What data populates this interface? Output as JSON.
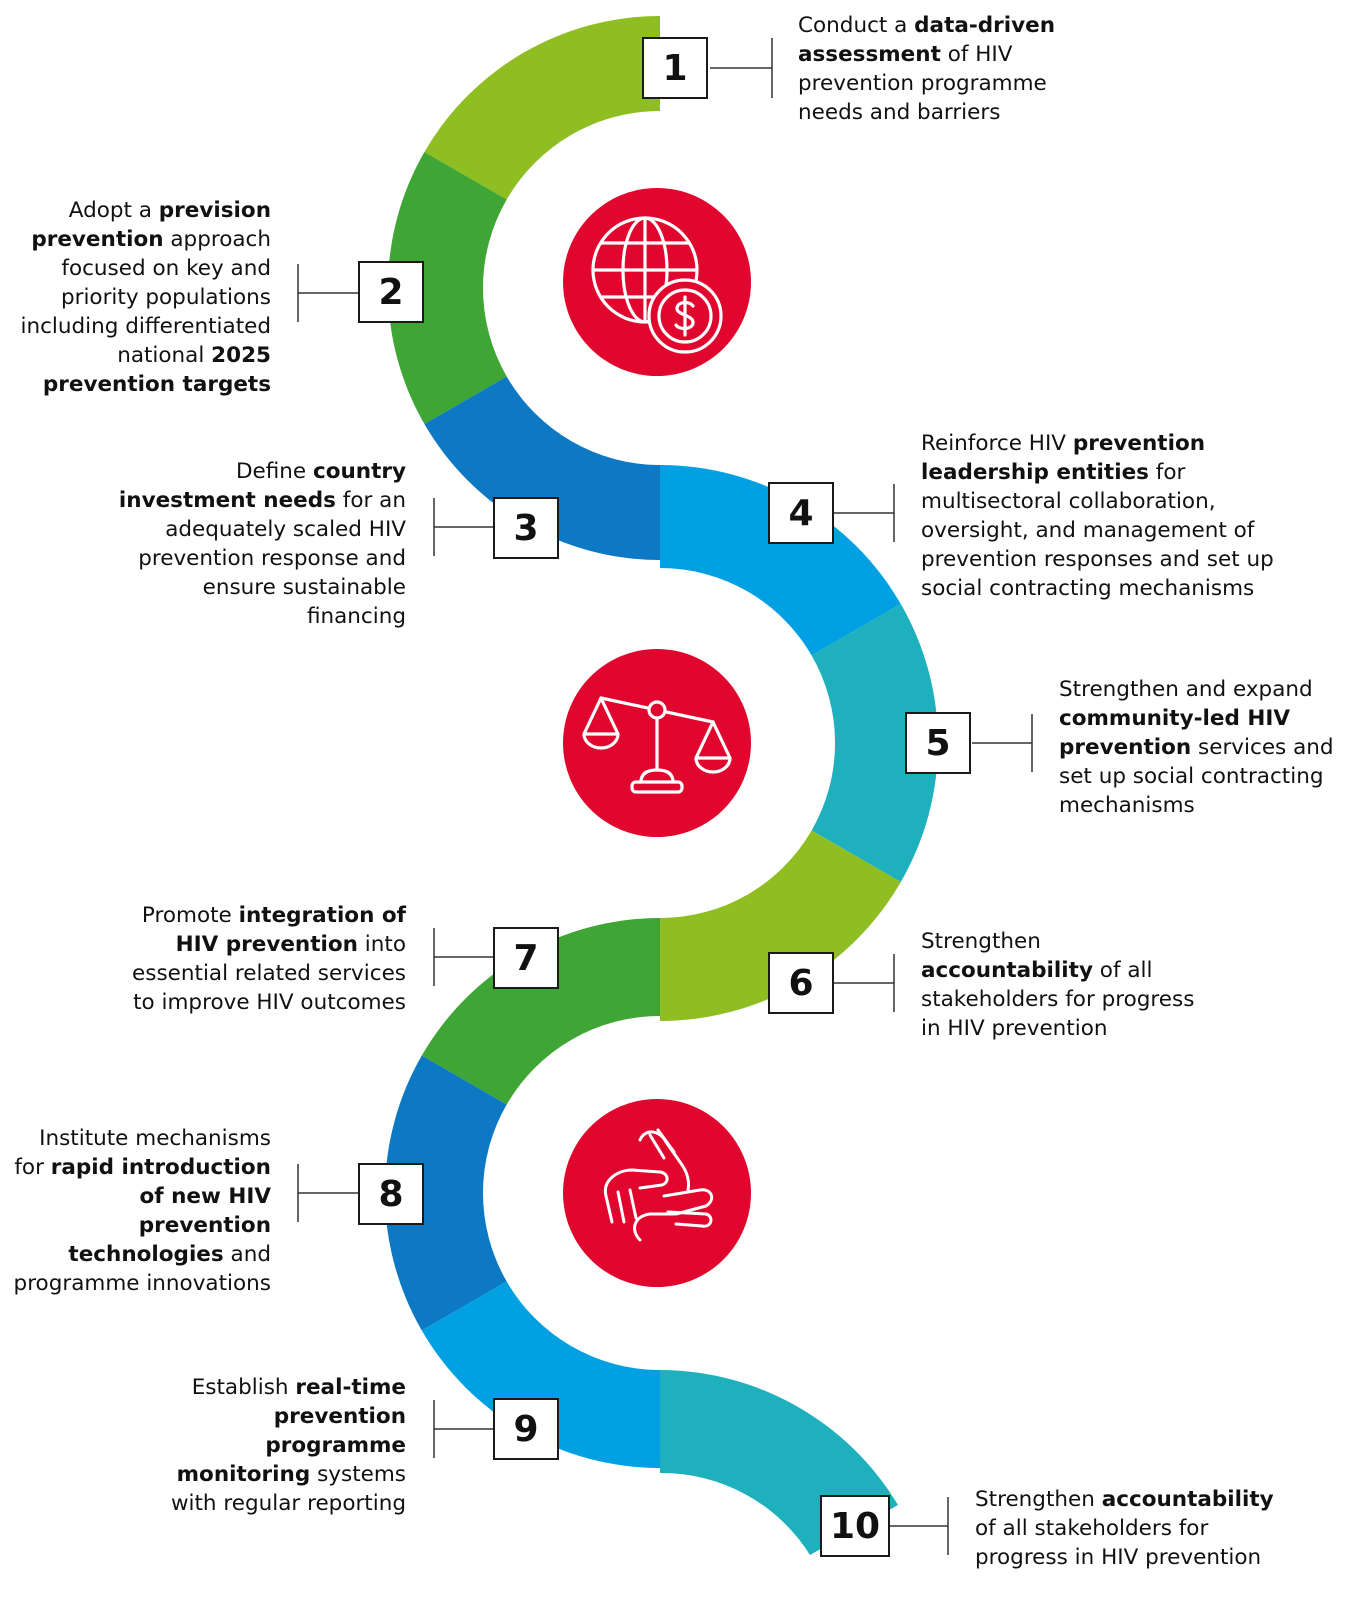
{
  "colors": {
    "lime": "#8fbe22",
    "green": "#3fa535",
    "blue_dark": "#0d78c3",
    "blue": "#00a0e3",
    "teal": "#1fb0be",
    "red": "#e1062d"
  },
  "icons": [
    "globe-dollar-icon",
    "balance-scale-icon",
    "joined-hands-icon"
  ],
  "steps": [
    {
      "number": "1",
      "pre": "Conduct a ",
      "bold": "data-driven assessment",
      "post": " of HIV prevention programme needs and barriers",
      "color": "lime"
    },
    {
      "number": "2",
      "pre": "Adopt a ",
      "bold": "prevision prevention",
      "post": " approach focused on key and priority populations including differentiated national ",
      "bold2": "2025 prevention targets",
      "color": "green"
    },
    {
      "number": "3",
      "pre": "Define ",
      "bold": "country investment needs",
      "post": " for an adequately scaled HIV prevention response and ensure sustainable financing",
      "color": "blue_dark"
    },
    {
      "number": "4",
      "pre": "Reinforce HIV ",
      "bold": "prevention leadership entities",
      "post": " for multisectoral collaboration, oversight, and management of prevention responses and set up social contracting mechanisms",
      "color": "blue"
    },
    {
      "number": "5",
      "pre": "Strengthen and expand ",
      "bold": "community-led HIV prevention",
      "post": " services and set up social contracting mechanisms",
      "color": "teal"
    },
    {
      "number": "6",
      "pre": "Strengthen ",
      "bold": "accountability",
      "post": " of all stakeholders for progress in HIV prevention",
      "color": "lime"
    },
    {
      "number": "7",
      "pre": "Promote ",
      "bold": "integration of HIV prevention",
      "post": " into essential related services to improve HIV outcomes",
      "color": "green"
    },
    {
      "number": "8",
      "pre": "Institute mechanisms for ",
      "bold": "rapid introduction of new HIV prevention technologies",
      "post": " and programme innovations",
      "color": "blue_dark"
    },
    {
      "number": "9",
      "pre": "Establish ",
      "bold": "real-time prevention programme monitoring",
      "post": " systems with regular reporting",
      "color": "blue"
    },
    {
      "number": "10",
      "pre": "Strengthen ",
      "bold": "accountability",
      "post": " of all stakeholders for progress in HIV prevention",
      "color": "teal"
    }
  ]
}
